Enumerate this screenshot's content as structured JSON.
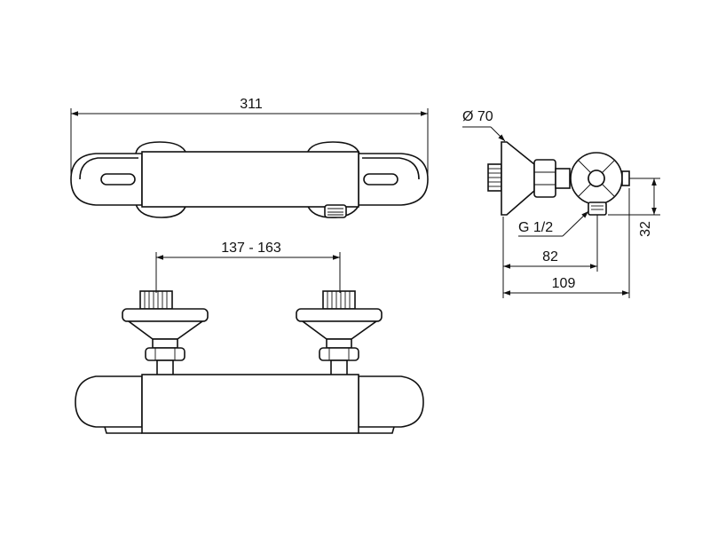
{
  "dimensions": {
    "overall_length": "311",
    "inlet_spacing": "137 - 163",
    "escutcheon_diameter": "Ø 70",
    "thread": "G 1/2",
    "outlet_depth": "82",
    "total_depth": "109",
    "outlet_height": "32"
  },
  "colors": {
    "line": "#111111",
    "background": "#ffffff"
  }
}
